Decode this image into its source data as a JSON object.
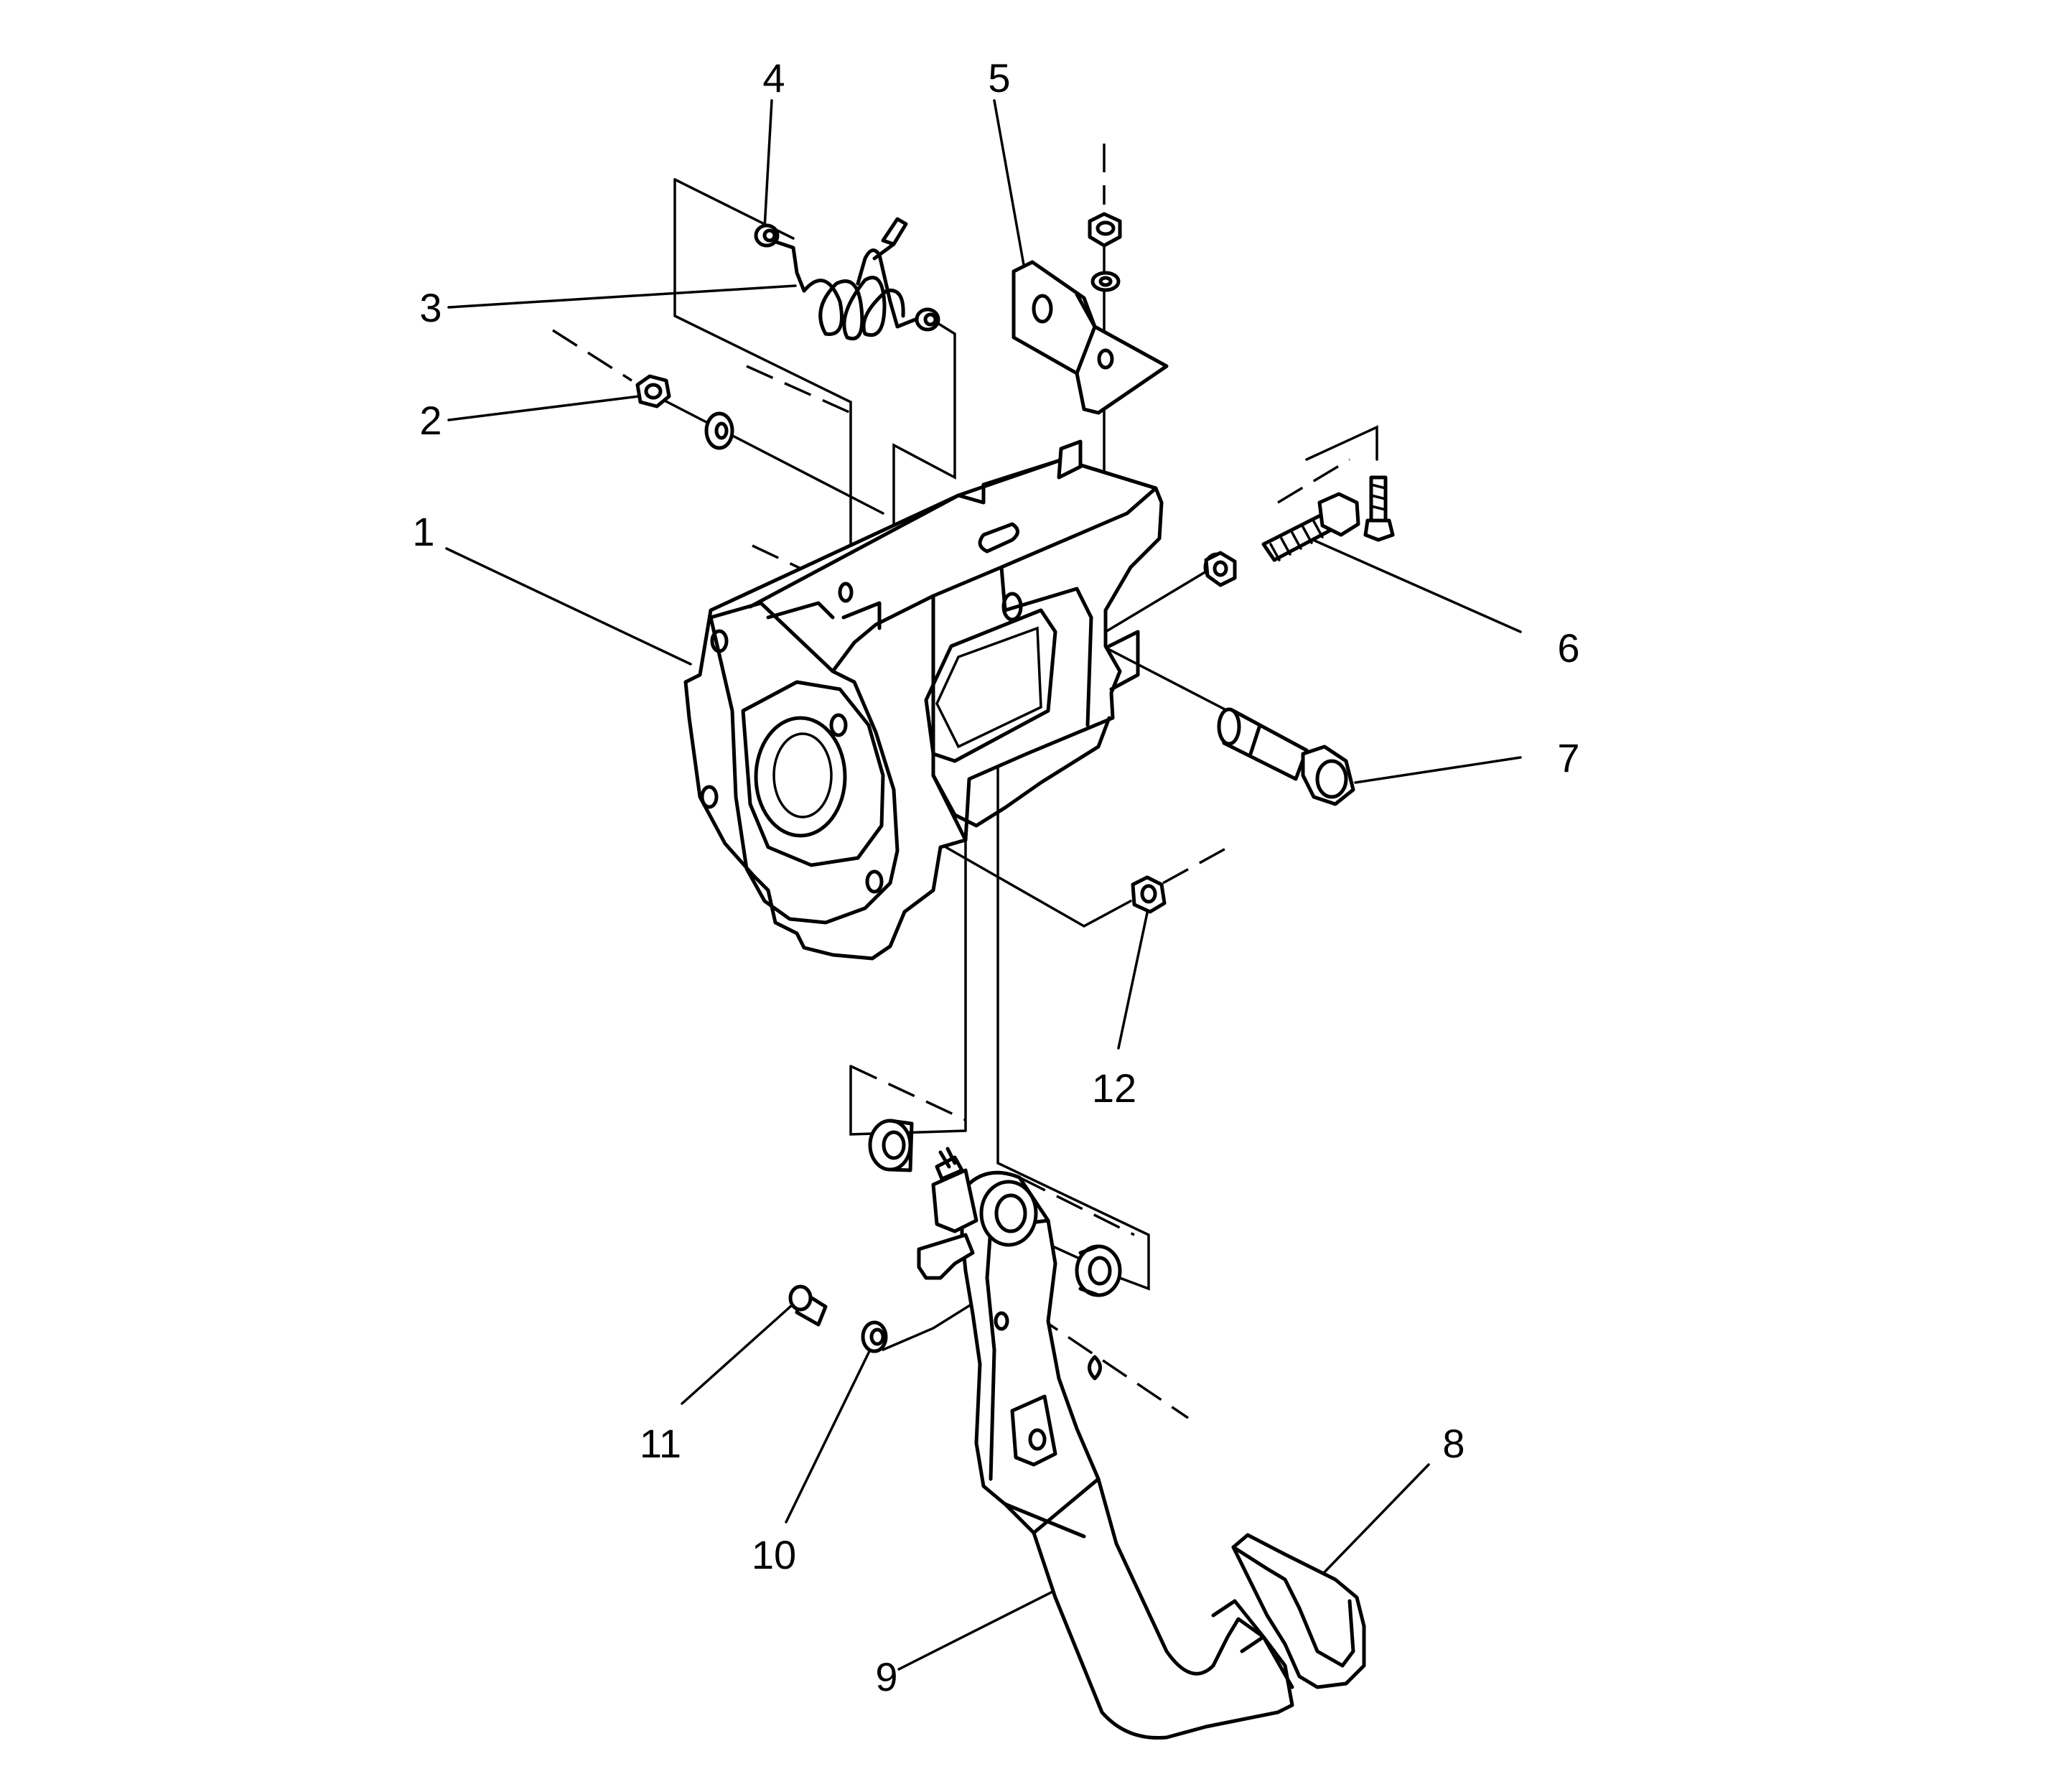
{
  "callouts": [
    {
      "id": "1",
      "label": "1"
    },
    {
      "id": "2",
      "label": "2"
    },
    {
      "id": "3",
      "label": "3"
    },
    {
      "id": "4",
      "label": "4"
    },
    {
      "id": "5",
      "label": "5"
    },
    {
      "id": "6",
      "label": "6"
    },
    {
      "id": "7",
      "label": "7"
    },
    {
      "id": "8",
      "label": "8"
    },
    {
      "id": "9",
      "label": "9"
    },
    {
      "id": "10",
      "label": "10"
    },
    {
      "id": "11",
      "label": "11"
    },
    {
      "id": "12",
      "label": "12"
    }
  ],
  "colors": {
    "stroke": "#000000",
    "background": "#ffffff"
  }
}
